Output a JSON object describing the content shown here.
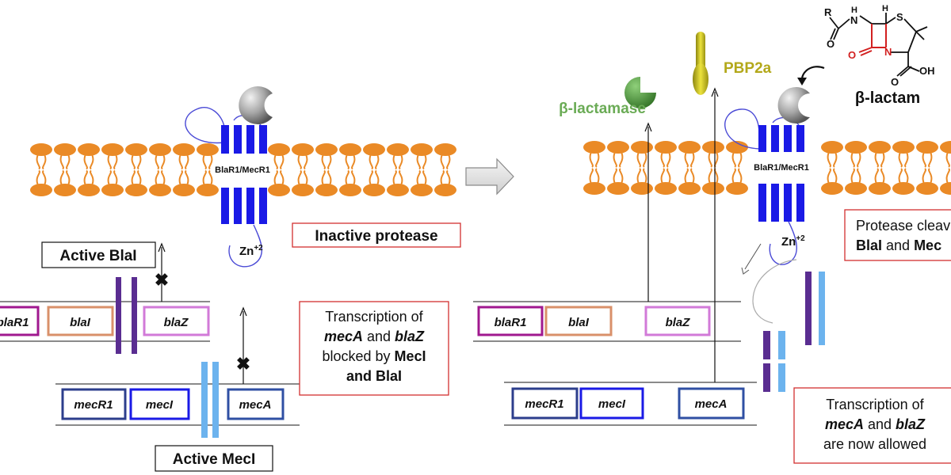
{
  "left": {
    "receptor_label": "BlaR1/MecR1",
    "zinc_base": "Zn",
    "zinc_charge": "+2",
    "status_box": "Inactive protease",
    "active_blai": "Active BlaI",
    "active_meci": "Active MecI",
    "operon1_genes": [
      "blaR1",
      "blaI",
      "blaZ"
    ],
    "operon2_genes": [
      "mecR1",
      "mecI",
      "mecA"
    ],
    "note_lines": [
      [
        {
          "t": "Transcription of",
          "b": false,
          "i": false
        }
      ],
      [
        {
          "t": "mecA",
          "b": true,
          "i": true
        },
        {
          "t": " and ",
          "b": false,
          "i": false
        },
        {
          "t": "blaZ",
          "b": true,
          "i": true
        }
      ],
      [
        {
          "t": "blocked by ",
          "b": false,
          "i": false
        },
        {
          "t": "MecI",
          "b": true,
          "i": false
        }
      ],
      [
        {
          "t": "and BlaI",
          "b": true,
          "i": false
        }
      ]
    ]
  },
  "right": {
    "receptor_label": "BlaR1/MecR1",
    "zinc_base": "Zn",
    "zinc_charge": "+2",
    "beta_lactamase": "β-lactamase",
    "pbp2a": "PBP2a",
    "beta_lactam": "β-lactam",
    "chem_r": "R",
    "chem_h1": "H",
    "chem_n1": "N",
    "chem_o1": "O",
    "chem_h2": "H",
    "chem_s": "S",
    "chem_n2": "N",
    "chem_o2": "O",
    "chem_oh": "OH",
    "chem_o3": "O",
    "operon1_genes": [
      "blaR1",
      "blaI",
      "blaZ"
    ],
    "operon2_genes": [
      "mecR1",
      "mecI",
      "mecA"
    ],
    "cleave_lines": [
      [
        {
          "t": "Protease cleav",
          "b": false,
          "i": false
        }
      ],
      [
        {
          "t": "BlaI",
          "b": true,
          "i": false
        },
        {
          "t": " and ",
          "b": false,
          "i": false
        },
        {
          "t": "Mec",
          "b": true,
          "i": false
        }
      ]
    ],
    "allowed_lines": [
      [
        {
          "t": "Transcription of",
          "b": false,
          "i": false
        }
      ],
      [
        {
          "t": "mecA",
          "b": true,
          "i": true
        },
        {
          "t": " and ",
          "b": false,
          "i": false
        },
        {
          "t": "blaZ",
          "b": true,
          "i": true
        }
      ],
      [
        {
          "t": "are now allowed",
          "b": false,
          "i": false
        }
      ]
    ]
  },
  "colors": {
    "lipid": "#ea8a26",
    "receptor": "#1a1ae6",
    "blar1": "#a0188f",
    "blai": "#d9906a",
    "blaz": "#d27ad8",
    "mecr1": "#2c3e8c",
    "meci": "#1a1ae6",
    "meca": "#2f4fa3",
    "repressor_dark": "#5a2d91",
    "repressor_light": "#6cb3ee",
    "lactamase": "#3f8f33",
    "lactamase_text": "#6aab55",
    "pbp2a": "#c9c21a",
    "pbp2a_text": "#b3a81a",
    "red_box": "#d33030",
    "chem_red": "#d22020"
  }
}
